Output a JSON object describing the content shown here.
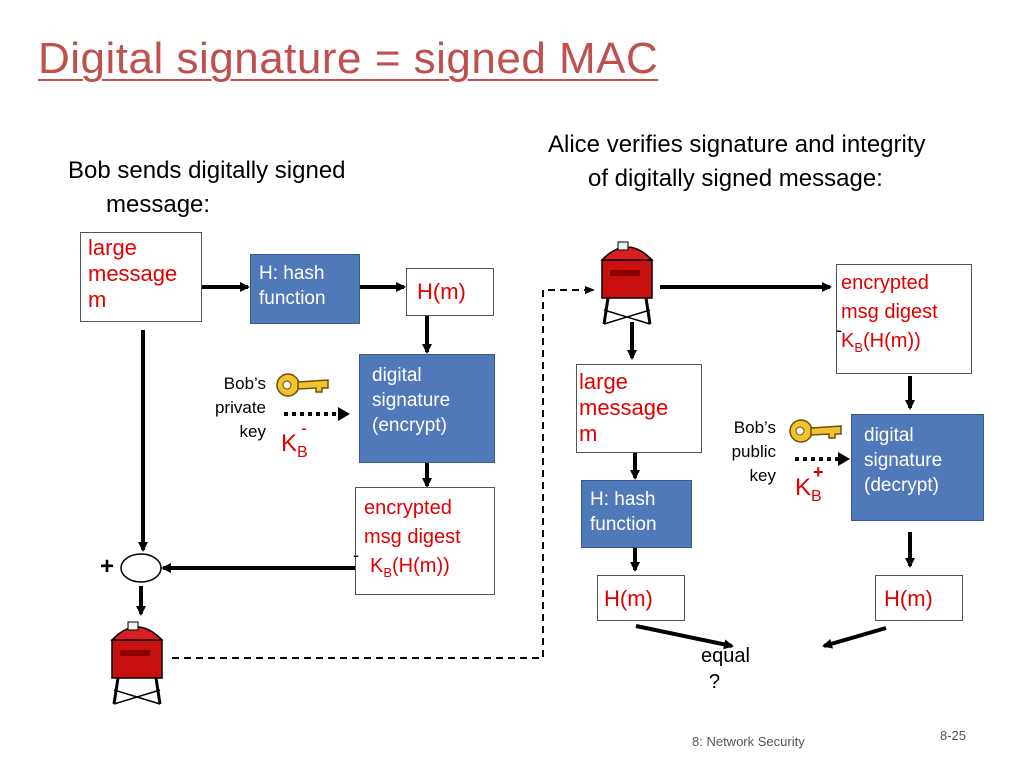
{
  "title": "Digital signature = signed MAC",
  "bob": {
    "heading_line1": "Bob sends digitally signed",
    "heading_line2": "message:",
    "msg_line1": "large",
    "msg_line2": "message",
    "msg_line3": "m",
    "hash_line1": "H: hash",
    "hash_line2": "function",
    "hm": "H(m)",
    "sig_line1": "digital",
    "sig_line2": "signature",
    "sig_line3": "(encrypt)",
    "key_line1": "Bob’s",
    "key_line2": "private",
    "key_line3": "key",
    "key_K": "K",
    "key_sub": "B",
    "key_sup": "-",
    "enc_line1": "encrypted",
    "enc_line2": "msg digest",
    "enc_line3_K": "K",
    "enc_line3_sub": "B",
    "enc_line3_rest": "(H(m))",
    "enc_sup": "-",
    "plus": "+"
  },
  "alice": {
    "heading_line1": "Alice verifies signature and integrity",
    "heading_line2": "of digitally signed message:",
    "enc_line1": "encrypted",
    "enc_line2": "msg digest",
    "enc_line3_K": "K",
    "enc_line3_sub": "B",
    "enc_line3_rest": "(H(m))",
    "enc_sup": "-",
    "msg_line1": "large",
    "msg_line2": "message",
    "msg_line3": "m",
    "hash_line1": "H: hash",
    "hash_line2": "function",
    "key_line1": "Bob’s",
    "key_line2": "public",
    "key_line3": "key",
    "key_K": "K",
    "key_sub": "B",
    "key_sup": "+",
    "sig_line1": "digital",
    "sig_line2": "signature",
    "sig_line3": "(decrypt)",
    "hm_left": "H(m)",
    "hm_right": "H(m)",
    "equal_line1": "equal",
    "equal_line2": "?"
  },
  "footer": {
    "course": "8: Network Security",
    "page": "8-25"
  },
  "colors": {
    "title": "#c0504d",
    "red_text": "#e00000",
    "blue_box": "#4f79b8"
  }
}
